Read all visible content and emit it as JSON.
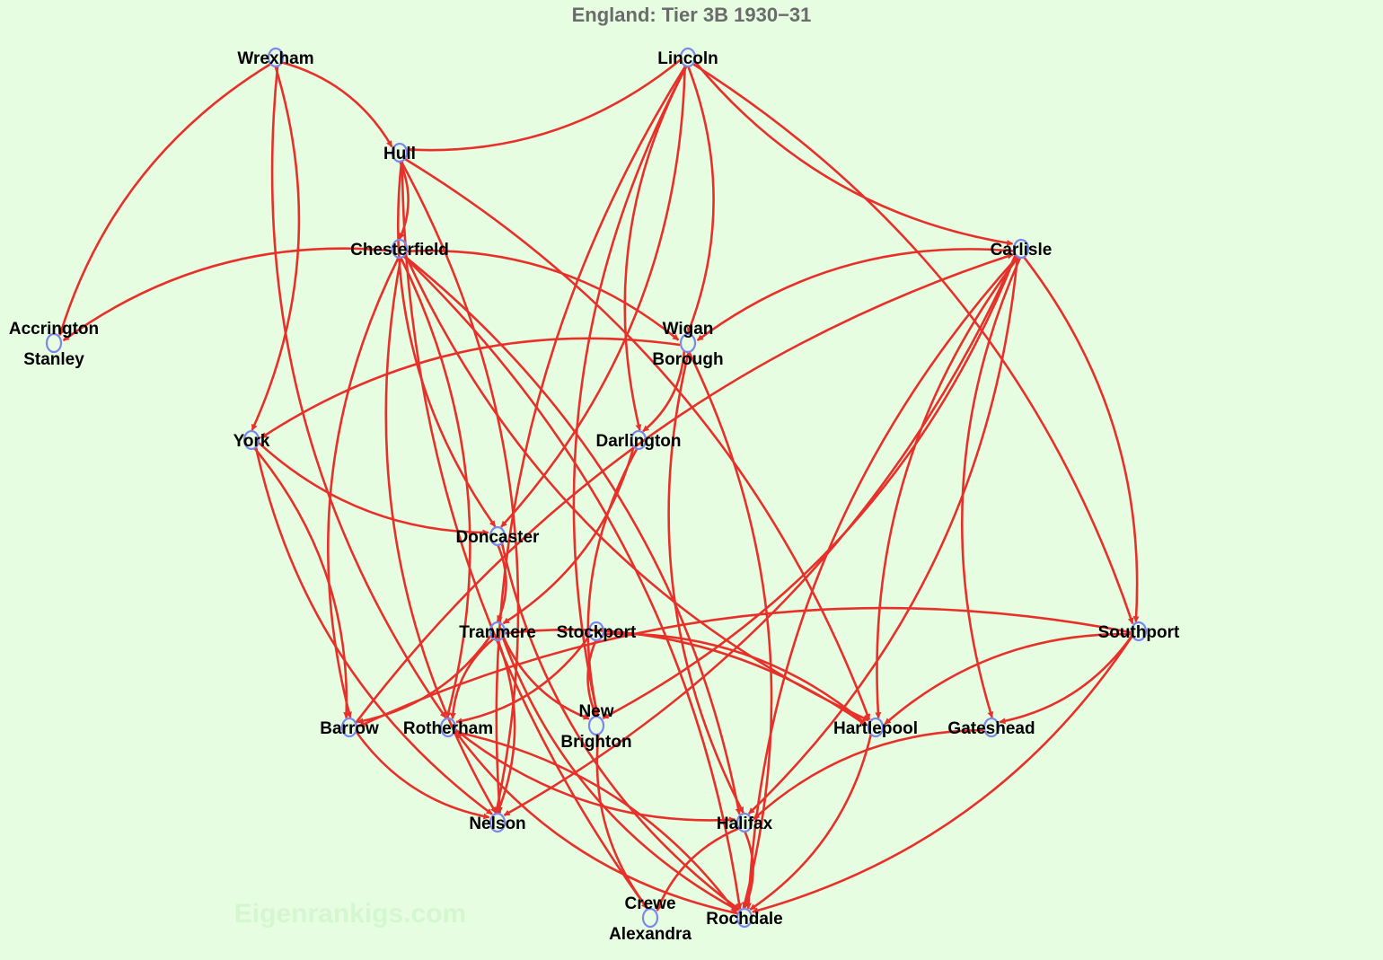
{
  "title": "England: Tier 3B 1930−31",
  "watermark": "Eigenrankigs.com",
  "colors": {
    "background": "#e6fde2",
    "edge": "#e8302a",
    "node": "#7b86ee",
    "title": "#6b6b6b"
  },
  "nodes": [
    {
      "id": "wrexham",
      "lines": [
        "Wrexham"
      ]
    },
    {
      "id": "lincoln",
      "lines": [
        "Lincoln"
      ]
    },
    {
      "id": "hull",
      "lines": [
        "Hull"
      ]
    },
    {
      "id": "chesterfield",
      "lines": [
        "Chesterfield"
      ]
    },
    {
      "id": "carlisle",
      "lines": [
        "Carlisle"
      ]
    },
    {
      "id": "accrington",
      "lines": [
        "Accrington",
        "Stanley"
      ]
    },
    {
      "id": "wigan",
      "lines": [
        "Wigan",
        "Borough"
      ]
    },
    {
      "id": "york",
      "lines": [
        "York"
      ]
    },
    {
      "id": "darlington",
      "lines": [
        "Darlington"
      ]
    },
    {
      "id": "doncaster",
      "lines": [
        "Doncaster"
      ]
    },
    {
      "id": "tranmere",
      "lines": [
        "Tranmere"
      ]
    },
    {
      "id": "stockport",
      "lines": [
        "Stockport"
      ]
    },
    {
      "id": "southport",
      "lines": [
        "Southport"
      ]
    },
    {
      "id": "barrow",
      "lines": [
        "Barrow"
      ]
    },
    {
      "id": "rotherham",
      "lines": [
        "Rotherham"
      ]
    },
    {
      "id": "newbrighton",
      "lines": [
        "New",
        "Brighton"
      ]
    },
    {
      "id": "hartlepool",
      "lines": [
        "Hartlepool"
      ]
    },
    {
      "id": "gateshead",
      "lines": [
        "Gateshead"
      ]
    },
    {
      "id": "nelson",
      "lines": [
        "Nelson"
      ]
    },
    {
      "id": "halifax",
      "lines": [
        "Halifax"
      ]
    },
    {
      "id": "crewe",
      "lines": [
        "Crewe",
        "Alexandra"
      ]
    },
    {
      "id": "rochdale",
      "lines": [
        "Rochdale"
      ]
    }
  ],
  "edges": [
    [
      "wrexham",
      "hull"
    ],
    [
      "wrexham",
      "accrington"
    ],
    [
      "wrexham",
      "york"
    ],
    [
      "wrexham",
      "rotherham"
    ],
    [
      "lincoln",
      "hull"
    ],
    [
      "lincoln",
      "carlisle"
    ],
    [
      "lincoln",
      "wigan"
    ],
    [
      "lincoln",
      "darlington"
    ],
    [
      "lincoln",
      "doncaster"
    ],
    [
      "lincoln",
      "nelson"
    ],
    [
      "lincoln",
      "southport"
    ],
    [
      "lincoln",
      "newbrighton"
    ],
    [
      "hull",
      "chesterfield"
    ],
    [
      "hull",
      "doncaster"
    ],
    [
      "hull",
      "hartlepool"
    ],
    [
      "hull",
      "crewe"
    ],
    [
      "hull",
      "nelson"
    ],
    [
      "chesterfield",
      "accrington"
    ],
    [
      "chesterfield",
      "wigan"
    ],
    [
      "chesterfield",
      "barrow"
    ],
    [
      "chesterfield",
      "rotherham"
    ],
    [
      "chesterfield",
      "nelson"
    ],
    [
      "chesterfield",
      "halifax"
    ],
    [
      "chesterfield",
      "hartlepool"
    ],
    [
      "chesterfield",
      "rochdale"
    ],
    [
      "carlisle",
      "wigan"
    ],
    [
      "carlisle",
      "southport"
    ],
    [
      "carlisle",
      "hartlepool"
    ],
    [
      "carlisle",
      "nelson"
    ],
    [
      "carlisle",
      "rochdale"
    ],
    [
      "carlisle",
      "halifax"
    ],
    [
      "carlisle",
      "gateshead"
    ],
    [
      "carlisle",
      "newbrighton"
    ],
    [
      "wigan",
      "york"
    ],
    [
      "wigan",
      "darlington"
    ],
    [
      "wigan",
      "halifax"
    ],
    [
      "wigan",
      "rochdale"
    ],
    [
      "york",
      "doncaster"
    ],
    [
      "york",
      "barrow"
    ],
    [
      "york",
      "nelson"
    ],
    [
      "darlington",
      "tranmere"
    ],
    [
      "darlington",
      "newbrighton"
    ],
    [
      "doncaster",
      "tranmere"
    ],
    [
      "doncaster",
      "rochdale"
    ],
    [
      "tranmere",
      "barrow"
    ],
    [
      "tranmere",
      "rotherham"
    ],
    [
      "tranmere",
      "nelson"
    ],
    [
      "tranmere",
      "newbrighton"
    ],
    [
      "tranmere",
      "hartlepool"
    ],
    [
      "tranmere",
      "rochdale"
    ],
    [
      "stockport",
      "rotherham"
    ],
    [
      "stockport",
      "newbrighton"
    ],
    [
      "stockport",
      "hartlepool"
    ],
    [
      "southport",
      "hartlepool"
    ],
    [
      "southport",
      "gateshead"
    ],
    [
      "southport",
      "barrow"
    ],
    [
      "southport",
      "rochdale"
    ],
    [
      "barrow",
      "nelson"
    ],
    [
      "barrow",
      "carlisle"
    ],
    [
      "rotherham",
      "halifax"
    ],
    [
      "rotherham",
      "rochdale"
    ],
    [
      "newbrighton",
      "crewe"
    ],
    [
      "hartlepool",
      "rochdale"
    ],
    [
      "gateshead",
      "halifax"
    ],
    [
      "halifax",
      "rochdale"
    ],
    [
      "halifax",
      "crewe"
    ],
    [
      "rochdale",
      "rotherham"
    ]
  ]
}
